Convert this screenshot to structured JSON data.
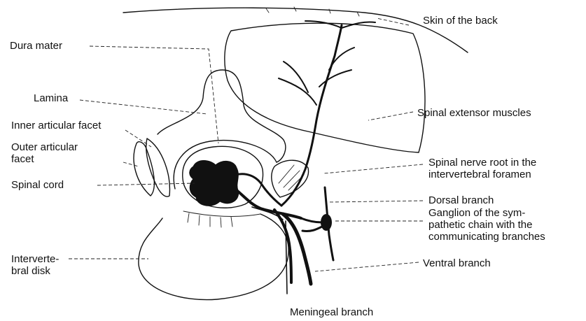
{
  "labels": {
    "skin": "Skin of the back",
    "dura": "Dura mater",
    "lamina": "Lamina",
    "inner_facet": "Inner articular facet",
    "outer_facet": "Outer articular\nfacet",
    "spinal_cord": "Spinal cord",
    "extensor": "Spinal extensor muscles",
    "nerve_root": "Spinal nerve root in the\nintervertebral foramen",
    "dorsal": "Dorsal branch",
    "ganglion": "Ganglion of the sym-\npathetic chain with the\ncommunicating branches",
    "disk": "Interverte-\nbral disk",
    "ventral": "Ventral branch",
    "meningeal": "Meningeal branch"
  }
}
